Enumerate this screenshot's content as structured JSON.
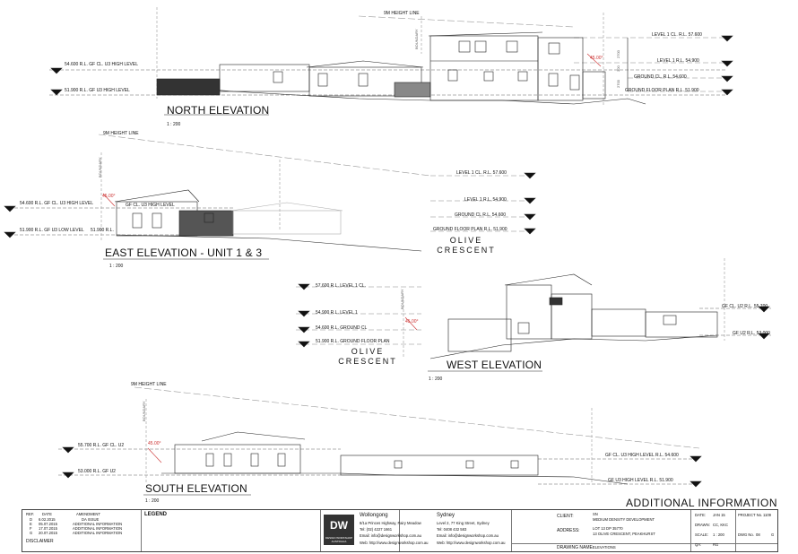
{
  "north": {
    "title": "NORTH ELEVATION",
    "scale": "1 : 200",
    "height_line": "9M HEIGHT LINE",
    "boundary": "BOUNDARY",
    "left_levels": [
      "54.600 R.L.  GF CL. U3 HIGH LEVEL",
      "51.900 R.L.  GF U3 HIGH LEVEL"
    ],
    "right_levels": [
      "LEVEL 1 CL.   R.L. 57.600",
      "LEVEL 1   R.L. 54.900",
      "GROUND CL.   R.L. 54.600",
      "GROUND FLOOR PLAN  R.L. 51.900"
    ],
    "dims": [
      "2700",
      "300",
      "2700"
    ],
    "angle": "45.00°"
  },
  "east": {
    "title": "EAST ELEVATION - UNIT 1 & 3",
    "scale": "1 : 200",
    "height_line": "9M HEIGHT LINE",
    "boundary": "BOUNDARY",
    "left_levels": [
      "54.600 R.L.  GF CL. U3 HIGH LEVEL",
      "51.900 R.L.  GF U3 LOW LEVEL"
    ],
    "mid_levels": [
      "GF CL. U3 HIGH LEVEL",
      "51.900 R.L."
    ],
    "right_levels": [
      "LEVEL 1 CL.   R.L. 57.600",
      "LEVEL 1   R.L. 54.900",
      "GROUND CL   R.L. 54.600",
      "GROUND FLOOR PLAN   R.L. 51.900"
    ],
    "street": [
      "OLIVE",
      "CRESCENT"
    ],
    "angle": "45.00°"
  },
  "west": {
    "title": "WEST ELEVATION",
    "scale": "1 : 200",
    "boundary": "BOUNDARY",
    "left_levels": [
      "57.600 R.L.   LEVEL 1 CL.",
      "54.900 R.L.   LEVEL 1",
      "54.600 R.L.   GROUND CL",
      "51.900 R.L.   GROUND FLOOR PLAN"
    ],
    "right_levels": [
      "GF CL. U2   R.L. 55.700",
      "GF U2   R.L. 53.000"
    ],
    "street": [
      "OLIVE",
      "CRESCENT"
    ],
    "angle": "45.00°"
  },
  "south": {
    "title": "SOUTH ELEVATION",
    "scale": "1 : 200",
    "height_line": "9M HEIGHT LINE",
    "boundary": "BOUNDARY",
    "left_levels": [
      "55.700 R.L.   GF CL. U2",
      "53.000 R.L.   GF U2"
    ],
    "right_levels": [
      "GF CL. U3 HIGH LEVEL   R.L. 54.600",
      "GF U3 HIGH LEVEL   R.L. 51.900"
    ],
    "angle": "45.00°"
  },
  "heading": "ADDITIONAL INFORMATION",
  "titleblock": {
    "rev_headers": [
      "REF.",
      "DATE",
      "AMENDMENT"
    ],
    "revisions": [
      [
        "D",
        "6.02.2015",
        "DA ISSUE"
      ],
      [
        "E",
        "05.07.2015",
        "ADDITIONAL INFORMATION"
      ],
      [
        "F",
        "17.07.2015",
        "ADDITIONAL INFORMATION"
      ],
      [
        "G",
        "20.07.2015",
        "ADDITIONAL INFORMATION"
      ]
    ],
    "disclaimer": "DISCLAIMER",
    "legend": "LEGEND",
    "office1": {
      "name": "Wollongong",
      "address": "8/1a Princes Highway, Fairy Meadow",
      "tel": "Tel: (02) 4227 1661",
      "email": "Email: info@designworkshop.com.au",
      "web": "Web: http://www.designworkshop.com.au"
    },
    "office2": {
      "name": "Sydney",
      "address": "Level 2, 77 King Street, Sydney",
      "tel": "Tel: 0408 432 583",
      "email": "Email: info@designworkshop.com.au",
      "web": "Web: http://www.designworkshop.com.au"
    },
    "logo": "DW",
    "logo_sub": "DESIGN WORKSHOP AUSTRALIA",
    "client_label": "CLIENT:",
    "client": "SN",
    "project_desc": "MEDIUM DENSITY DEVELOPMENT",
    "address_label": "ADDRESS:",
    "address1": "LOT 13 DP 35770",
    "address2": "13 OLIVE CRESCENT, PEAKHURST",
    "drawing_name_label": "DRAWING NAME:",
    "drawing_name": "ELEVATIONS",
    "date_label": "DATE:",
    "date": "JAN 15",
    "project_label": "PROJECT No.",
    "project": "1109",
    "drawn_label": "DRAWN:",
    "drawn": "CC, KKC",
    "scale_label": "SCALE:",
    "scale": "1 : 200",
    "dwg_label": "DWG No.",
    "dwg": "08",
    "rev": "G",
    "qa_label": "QA:",
    "qa": "RG"
  }
}
